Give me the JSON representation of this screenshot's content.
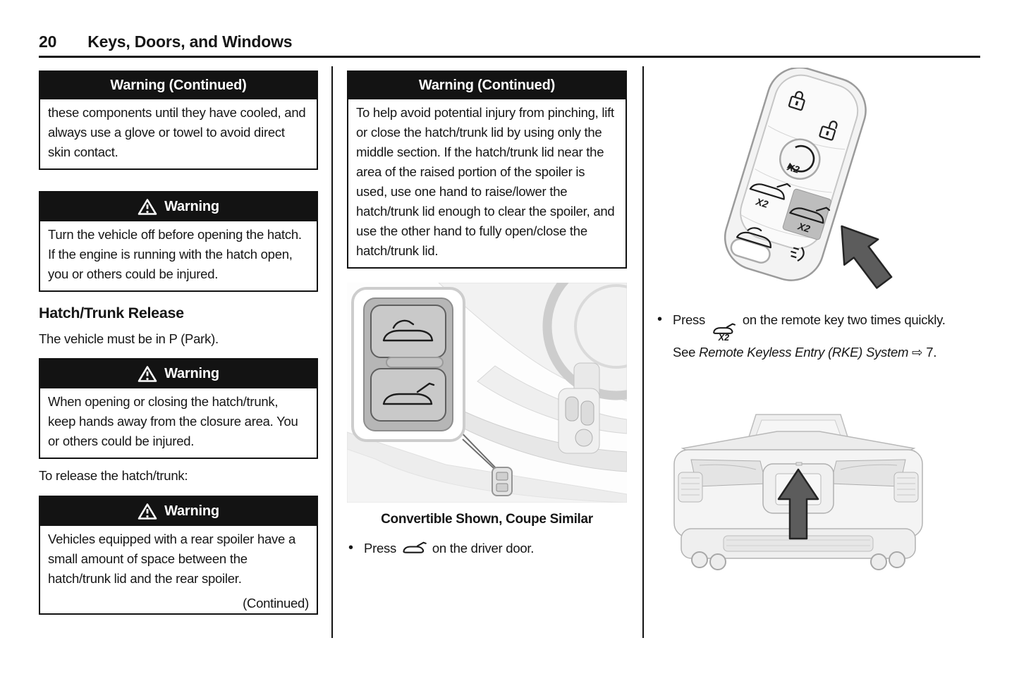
{
  "header": {
    "page_number": "20",
    "chapter_title": "Keys, Doors, and Windows"
  },
  "left_column": {
    "warning_continued": {
      "title": "Warning (Continued)",
      "body": "these components until they have cooled, and always use a glove or towel to avoid direct skin contact."
    },
    "warning_engine": {
      "title": "Warning",
      "body": "Turn the vehicle off before opening the hatch. If the engine is running with the hatch open, you or others could be injured."
    },
    "section_heading": "Hatch/Trunk Release",
    "park_note": "The vehicle must be in P (Park).",
    "warning_closure": {
      "title": "Warning",
      "body": "When opening or closing the hatch/trunk, keep hands away from the closure area. You or others could be injured."
    },
    "release_intro": "To release the hatch/trunk:",
    "warning_spoiler": {
      "title": "Warning",
      "body": "Vehicles equipped with a rear spoiler have a small amount of space between the hatch/trunk lid and the rear spoiler.",
      "continued_note": "(Continued)"
    }
  },
  "middle_column": {
    "warning_continued": {
      "title": "Warning (Continued)",
      "body": "To help avoid potential injury from pinching, lift or close the hatch/trunk lid by using only the middle section. If the hatch/trunk lid near the area of the raised portion of the spoiler is used, use one hand to raise/lower the hatch/trunk lid enough to clear the spoiler, and use the other hand to fully open/close the hatch/trunk lid."
    },
    "image_caption": "Convertible Shown, Coupe Similar",
    "bullet": {
      "pre": "Press",
      "post": "on the driver door."
    }
  },
  "right_column": {
    "bullet": {
      "pre": "Press",
      "post": "on the remote key two times quickly. See",
      "reference_italic": "Remote Keyless Entry (RKE) System",
      "reference_page": "7."
    }
  },
  "labels": {
    "x2": "X2"
  },
  "icons": {
    "bullet_marker": "•",
    "reference_arrow": "⇨",
    "warning_triangle": "triangle-exclamation",
    "hatch_release": "car-open-hatch-glyph",
    "convertible_top": "car-open-roof-glyph",
    "lock": "padlock-closed-glyph",
    "unlock": "padlock-open-glyph",
    "remote_start": "circular-arrow-x2-glyph",
    "lights": "lamp-rays-glyph"
  },
  "colors": {
    "text": "#161616",
    "warning_header_bg": "#131313",
    "warning_header_text": "#ffffff",
    "artwork_gray": "#c9c9c9",
    "arrow_gray": "#5c5c5c"
  }
}
